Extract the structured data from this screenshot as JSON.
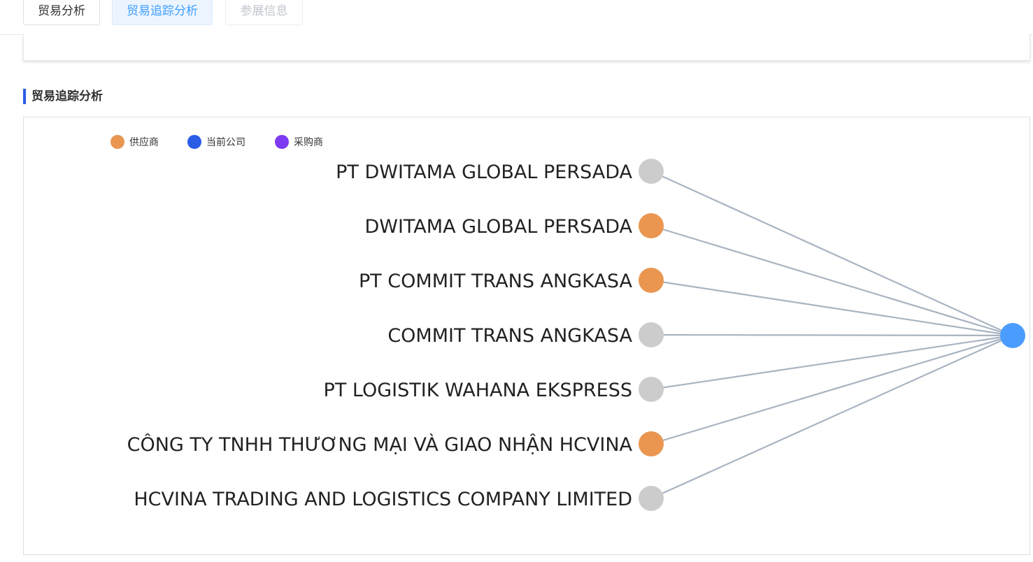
{
  "tabs": [
    {
      "label": "贸易分析",
      "state": "normal"
    },
    {
      "label": "贸易追踪分析",
      "state": "active"
    },
    {
      "label": "参展信息",
      "state": "disabled"
    }
  ],
  "section": {
    "title": "贸易追踪分析"
  },
  "graph": {
    "legend": [
      {
        "label": "供应商",
        "color": "#ea9651"
      },
      {
        "label": "当前公司",
        "color": "#2b5ce6"
      },
      {
        "label": "采购商",
        "color": "#7e3af2"
      }
    ],
    "center_node_color": "#4a9dff",
    "inactive_node_color": "#cccccc",
    "edge_color": "#a9b4c2",
    "nodes": [
      {
        "label": "PT DWITAMA GLOBAL PERSADA",
        "category": "inactive"
      },
      {
        "label": "DWITAMA GLOBAL PERSADA",
        "category": "supplier"
      },
      {
        "label": "PT COMMIT TRANS ANGKASA",
        "category": "supplier"
      },
      {
        "label": "COMMIT TRANS ANGKASA",
        "category": "inactive"
      },
      {
        "label": "PT LOGISTIK WAHANA EKSPRESS",
        "category": "inactive"
      },
      {
        "label": "CÔNG TY TNHH THƯƠNG MẠI VÀ GIAO NHẬN HCVINA",
        "category": "supplier"
      },
      {
        "label": "HCVINA TRADING AND LOGISTICS COMPANY LIMITED",
        "category": "inactive"
      }
    ]
  }
}
